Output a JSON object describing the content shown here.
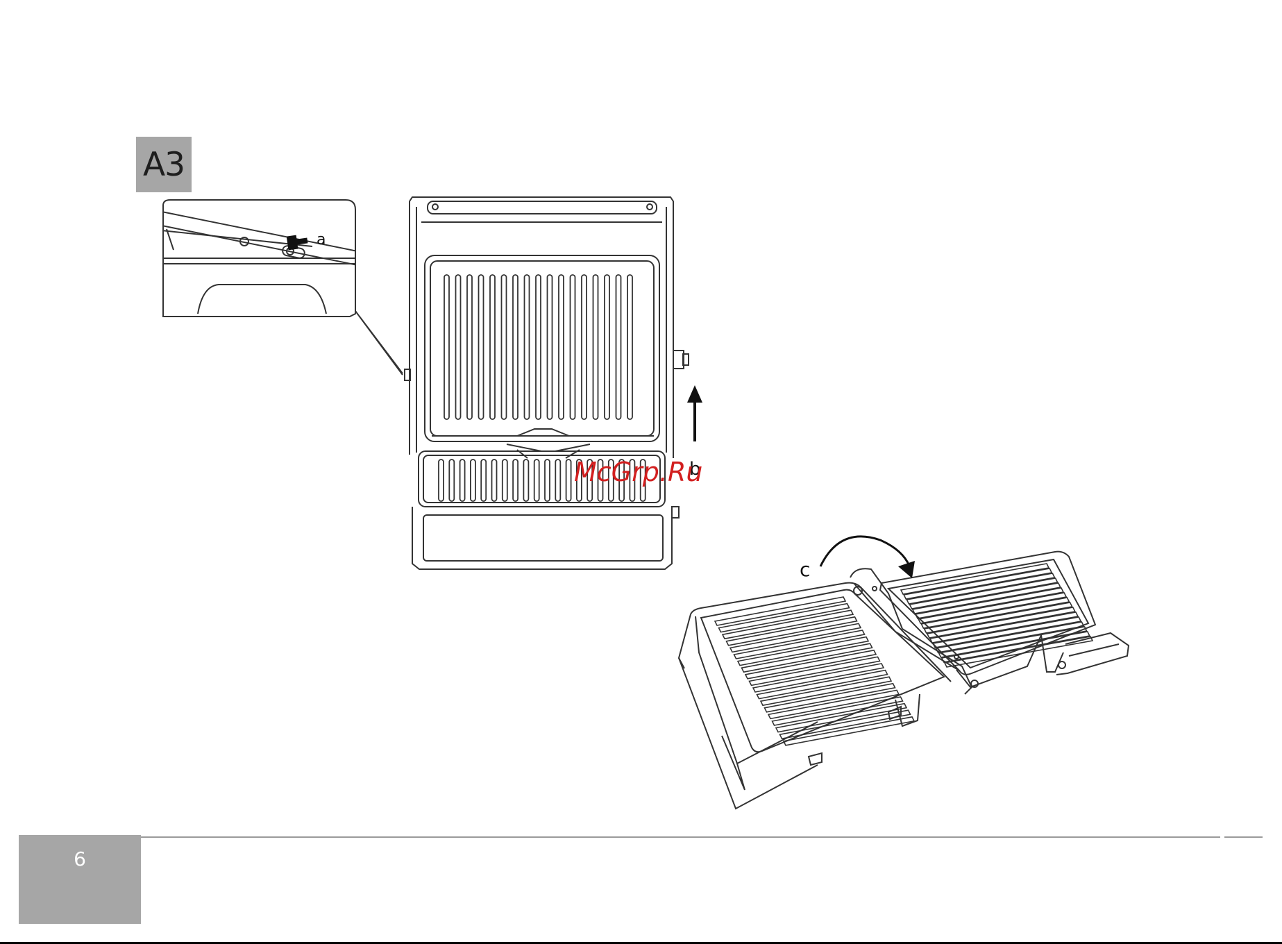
{
  "figure": {
    "section_label": "A3",
    "callout_labels": {
      "a": "a",
      "b": "b",
      "c": "c"
    },
    "icons": [
      "arrow-left-icon",
      "arrow-up-icon",
      "arrow-curved-icon"
    ]
  },
  "watermark": "McGrp.Ru",
  "footer": {
    "page_number": "6"
  },
  "colors": {
    "badge": "#a6a6a6",
    "watermark": "#d21f1f",
    "line": "#333333"
  }
}
